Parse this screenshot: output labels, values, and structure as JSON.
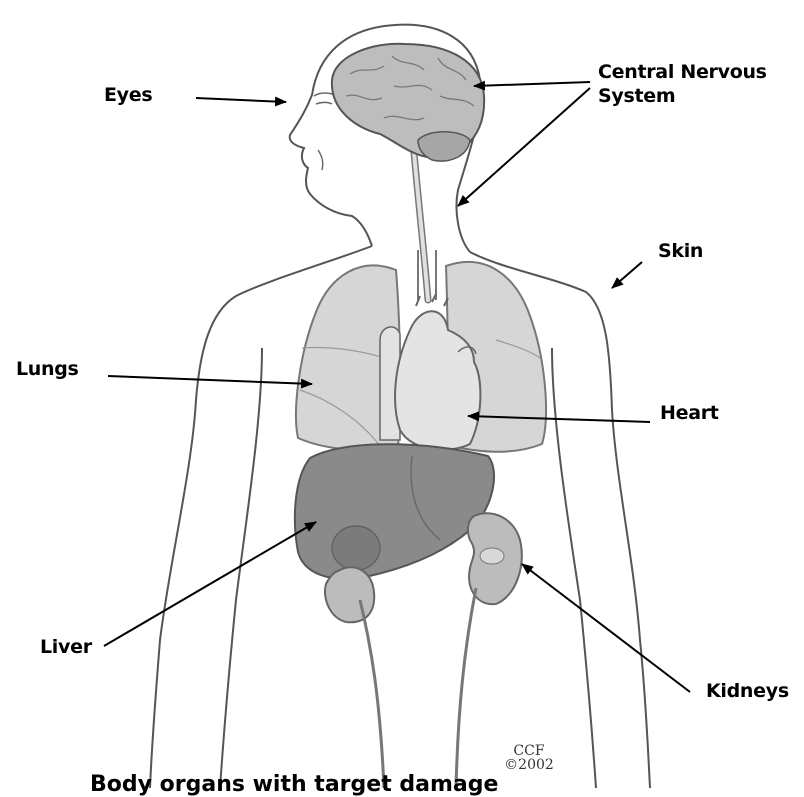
{
  "labels": {
    "eyes": "Eyes",
    "cns_line1": "Central Nervous",
    "cns_line2": "System",
    "skin": "Skin",
    "lungs": "Lungs",
    "heart": "Heart",
    "liver": "Liver",
    "kidneys": "Kidneys"
  },
  "credit": {
    "line1": "CCF",
    "line2": "©2002"
  },
  "caption": "Body organs with target damage"
}
